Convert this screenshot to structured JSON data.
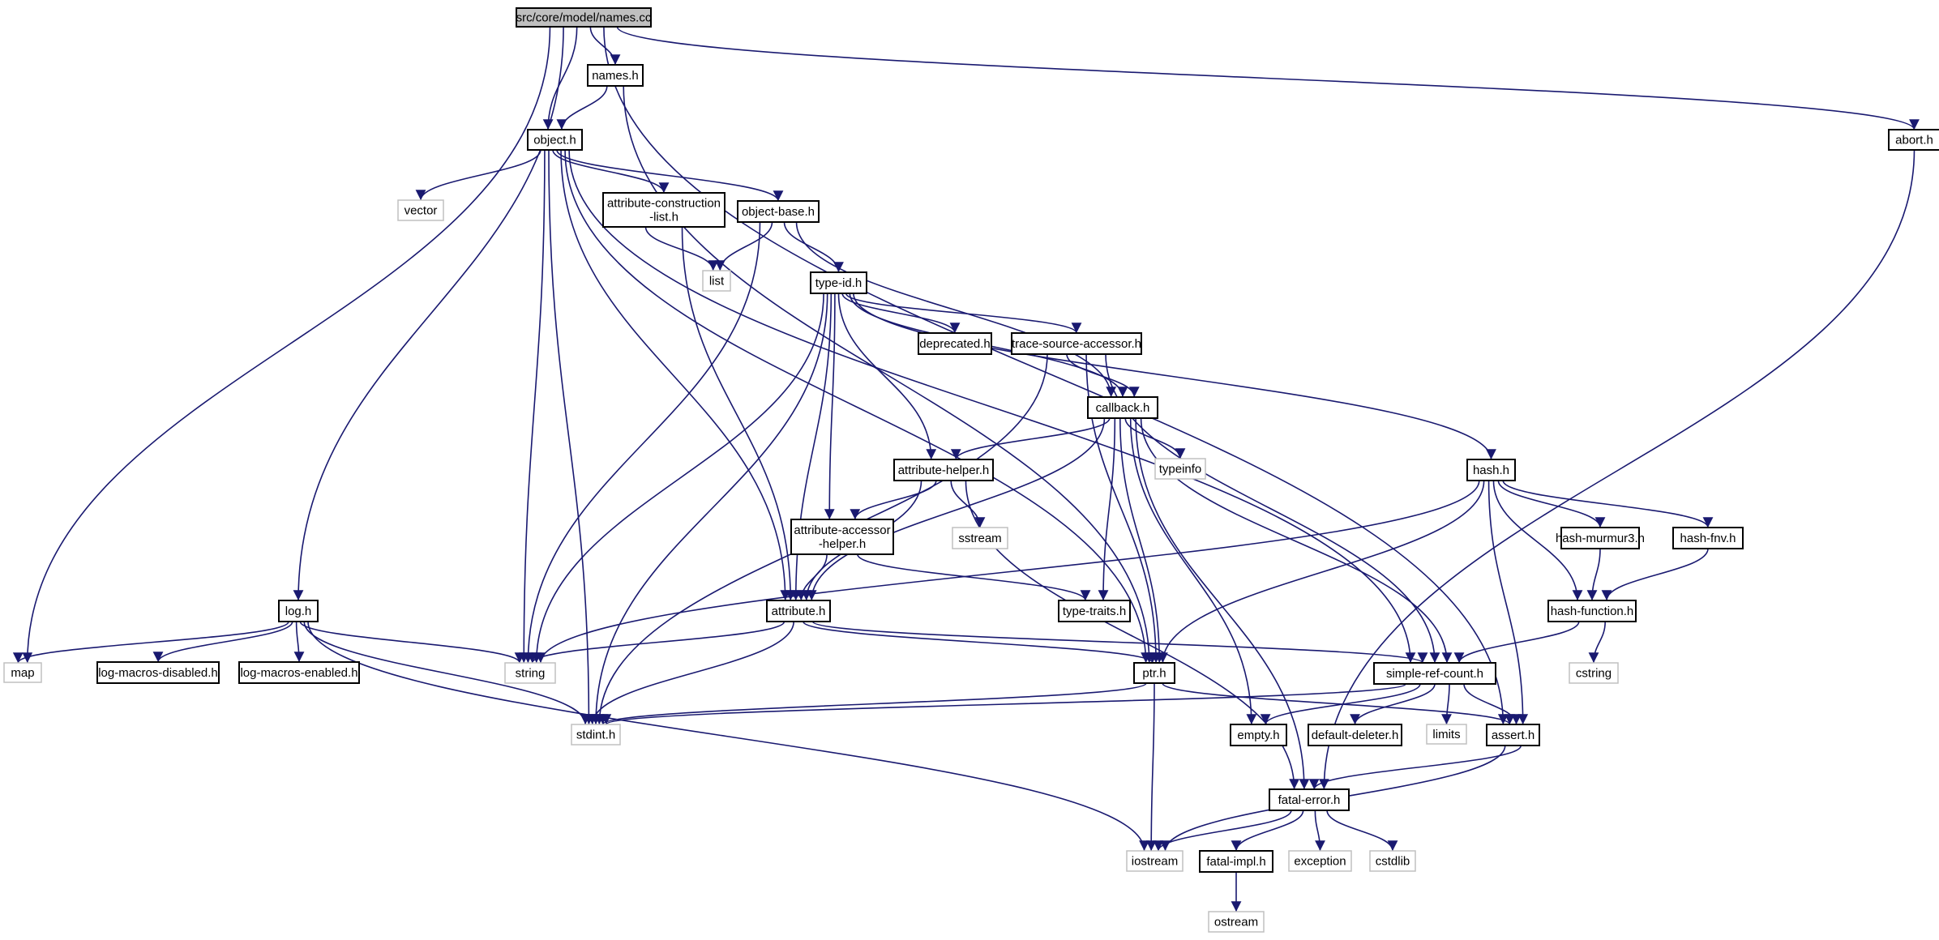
{
  "graph": {
    "title": "src/core/model/names.cc",
    "edge_color": "#191970",
    "nodes": [
      {
        "id": "root",
        "lines": [
          "src/core/model/names.cc"
        ],
        "kind": "root"
      },
      {
        "id": "names",
        "lines": [
          "names.h"
        ],
        "kind": "file"
      },
      {
        "id": "object",
        "lines": [
          "object.h"
        ],
        "kind": "file"
      },
      {
        "id": "abort",
        "lines": [
          "abort.h"
        ],
        "kind": "file"
      },
      {
        "id": "vector",
        "lines": [
          "vector"
        ],
        "kind": "system"
      },
      {
        "id": "acl",
        "lines": [
          "attribute-construction",
          "-list.h"
        ],
        "kind": "file"
      },
      {
        "id": "objbase",
        "lines": [
          "object-base.h"
        ],
        "kind": "file"
      },
      {
        "id": "list",
        "lines": [
          "list"
        ],
        "kind": "system"
      },
      {
        "id": "typeid",
        "lines": [
          "type-id.h"
        ],
        "kind": "file"
      },
      {
        "id": "deprecated",
        "lines": [
          "deprecated.h"
        ],
        "kind": "file"
      },
      {
        "id": "tsa",
        "lines": [
          "trace-source-accessor.h"
        ],
        "kind": "file"
      },
      {
        "id": "callback",
        "lines": [
          "callback.h"
        ],
        "kind": "file"
      },
      {
        "id": "typeinfo",
        "lines": [
          "typeinfo"
        ],
        "kind": "system"
      },
      {
        "id": "attrhelper",
        "lines": [
          "attribute-helper.h"
        ],
        "kind": "file"
      },
      {
        "id": "sstream",
        "lines": [
          "sstream"
        ],
        "kind": "system"
      },
      {
        "id": "aah",
        "lines": [
          "attribute-accessor",
          "-helper.h"
        ],
        "kind": "file"
      },
      {
        "id": "attribute",
        "lines": [
          "attribute.h"
        ],
        "kind": "file"
      },
      {
        "id": "typetraits",
        "lines": [
          "type-traits.h"
        ],
        "kind": "file"
      },
      {
        "id": "hash",
        "lines": [
          "hash.h"
        ],
        "kind": "file"
      },
      {
        "id": "murmur",
        "lines": [
          "hash-murmur3.h"
        ],
        "kind": "file"
      },
      {
        "id": "fnv",
        "lines": [
          "hash-fnv.h"
        ],
        "kind": "file"
      },
      {
        "id": "hashfn",
        "lines": [
          "hash-function.h"
        ],
        "kind": "file"
      },
      {
        "id": "cstring",
        "lines": [
          "cstring"
        ],
        "kind": "system"
      },
      {
        "id": "log",
        "lines": [
          "log.h"
        ],
        "kind": "file"
      },
      {
        "id": "map",
        "lines": [
          "map"
        ],
        "kind": "system"
      },
      {
        "id": "lmd",
        "lines": [
          "log-macros-disabled.h"
        ],
        "kind": "file"
      },
      {
        "id": "lme",
        "lines": [
          "log-macros-enabled.h"
        ],
        "kind": "file"
      },
      {
        "id": "string",
        "lines": [
          "string"
        ],
        "kind": "system"
      },
      {
        "id": "ptr",
        "lines": [
          "ptr.h"
        ],
        "kind": "file"
      },
      {
        "id": "src",
        "lines": [
          "simple-ref-count.h"
        ],
        "kind": "file"
      },
      {
        "id": "stdint",
        "lines": [
          "stdint.h"
        ],
        "kind": "system"
      },
      {
        "id": "empty",
        "lines": [
          "empty.h"
        ],
        "kind": "file"
      },
      {
        "id": "defdel",
        "lines": [
          "default-deleter.h"
        ],
        "kind": "file"
      },
      {
        "id": "limits",
        "lines": [
          "limits"
        ],
        "kind": "system"
      },
      {
        "id": "assert",
        "lines": [
          "assert.h"
        ],
        "kind": "file"
      },
      {
        "id": "fatalerr",
        "lines": [
          "fatal-error.h"
        ],
        "kind": "file"
      },
      {
        "id": "iostream",
        "lines": [
          "iostream"
        ],
        "kind": "system"
      },
      {
        "id": "fatalimpl",
        "lines": [
          "fatal-impl.h"
        ],
        "kind": "file"
      },
      {
        "id": "exception",
        "lines": [
          "exception"
        ],
        "kind": "system"
      },
      {
        "id": "cstdlib",
        "lines": [
          "cstdlib"
        ],
        "kind": "system"
      },
      {
        "id": "ostream",
        "lines": [
          "ostream"
        ],
        "kind": "system"
      }
    ],
    "edges": [
      [
        "root",
        "names"
      ],
      [
        "root",
        "object"
      ],
      [
        "root",
        "abort"
      ],
      [
        "root",
        "map"
      ],
      [
        "root",
        "log"
      ],
      [
        "root",
        "assert"
      ],
      [
        "names",
        "object"
      ],
      [
        "names",
        "ptr"
      ],
      [
        "object",
        "vector"
      ],
      [
        "object",
        "acl"
      ],
      [
        "object",
        "objbase"
      ],
      [
        "object",
        "string"
      ],
      [
        "object",
        "stdint"
      ],
      [
        "object",
        "attribute"
      ],
      [
        "object",
        "ptr"
      ],
      [
        "object",
        "src"
      ],
      [
        "acl",
        "list"
      ],
      [
        "acl",
        "attribute"
      ],
      [
        "objbase",
        "list"
      ],
      [
        "objbase",
        "typeid"
      ],
      [
        "objbase",
        "string"
      ],
      [
        "objbase",
        "callback"
      ],
      [
        "typeid",
        "deprecated"
      ],
      [
        "typeid",
        "tsa"
      ],
      [
        "typeid",
        "callback"
      ],
      [
        "typeid",
        "hash"
      ],
      [
        "typeid",
        "attrhelper"
      ],
      [
        "typeid",
        "aah"
      ],
      [
        "typeid",
        "attribute"
      ],
      [
        "typeid",
        "string"
      ],
      [
        "typeid",
        "stdint"
      ],
      [
        "tsa",
        "callback"
      ],
      [
        "tsa",
        "ptr"
      ],
      [
        "tsa",
        "src"
      ],
      [
        "tsa",
        "stdint"
      ],
      [
        "callback",
        "typeinfo"
      ],
      [
        "callback",
        "attrhelper"
      ],
      [
        "callback",
        "attribute"
      ],
      [
        "callback",
        "typetraits"
      ],
      [
        "callback",
        "ptr"
      ],
      [
        "callback",
        "src"
      ],
      [
        "callback",
        "empty"
      ],
      [
        "callback",
        "fatalerr"
      ],
      [
        "attrhelper",
        "sstream"
      ],
      [
        "attrhelper",
        "aah"
      ],
      [
        "attrhelper",
        "attribute"
      ],
      [
        "attrhelper",
        "fatalerr"
      ],
      [
        "aah",
        "attribute"
      ],
      [
        "aah",
        "typetraits"
      ],
      [
        "attribute",
        "string"
      ],
      [
        "attribute",
        "stdint"
      ],
      [
        "attribute",
        "ptr"
      ],
      [
        "attribute",
        "src"
      ],
      [
        "hash",
        "murmur"
      ],
      [
        "hash",
        "fnv"
      ],
      [
        "hash",
        "hashfn"
      ],
      [
        "hash",
        "string"
      ],
      [
        "hash",
        "ptr"
      ],
      [
        "hash",
        "assert"
      ],
      [
        "murmur",
        "hashfn"
      ],
      [
        "fnv",
        "hashfn"
      ],
      [
        "hashfn",
        "src"
      ],
      [
        "hashfn",
        "cstring"
      ],
      [
        "log",
        "map"
      ],
      [
        "log",
        "lmd"
      ],
      [
        "log",
        "lme"
      ],
      [
        "log",
        "string"
      ],
      [
        "log",
        "stdint"
      ],
      [
        "log",
        "iostream"
      ],
      [
        "ptr",
        "stdint"
      ],
      [
        "ptr",
        "assert"
      ],
      [
        "ptr",
        "iostream"
      ],
      [
        "src",
        "stdint"
      ],
      [
        "src",
        "empty"
      ],
      [
        "src",
        "defdel"
      ],
      [
        "src",
        "limits"
      ],
      [
        "src",
        "assert"
      ],
      [
        "assert",
        "fatalerr"
      ],
      [
        "assert",
        "iostream"
      ],
      [
        "abort",
        "fatalerr"
      ],
      [
        "fatalerr",
        "iostream"
      ],
      [
        "fatalerr",
        "fatalimpl"
      ],
      [
        "fatalerr",
        "exception"
      ],
      [
        "fatalerr",
        "cstdlib"
      ],
      [
        "fatalimpl",
        "ostream"
      ]
    ]
  }
}
